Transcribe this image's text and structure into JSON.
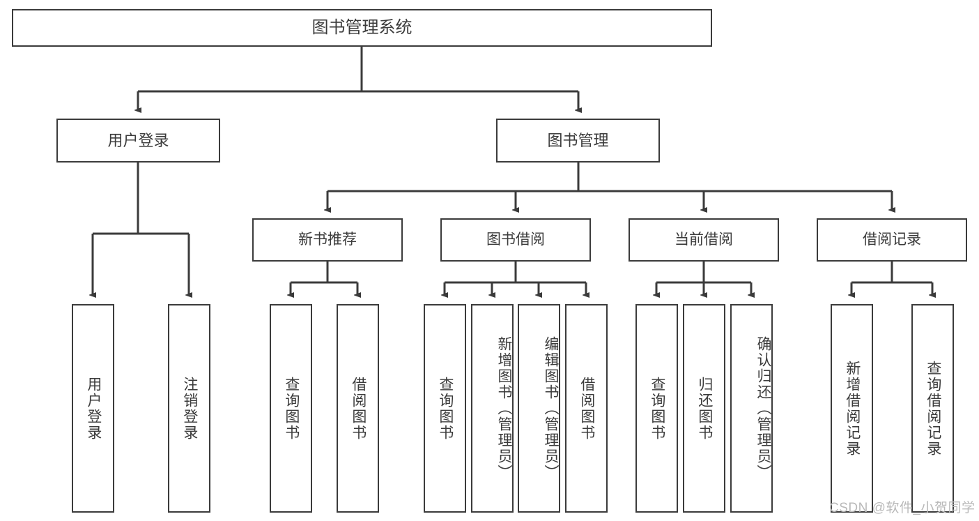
{
  "diagram": {
    "type": "hierarchy-tree",
    "title": "图书管理系统",
    "root": {
      "label": "图书管理系统"
    },
    "level2": [
      {
        "label": "用户登录"
      },
      {
        "label": "图书管理"
      }
    ],
    "level3": [
      {
        "label": "新书推荐"
      },
      {
        "label": "图书借阅"
      },
      {
        "label": "当前借阅"
      },
      {
        "label": "借阅记录"
      }
    ],
    "leaves": {
      "user_login": [
        {
          "label": "用户登录"
        },
        {
          "label": "注销登录"
        }
      ],
      "new_book_recommend": [
        {
          "label": "查询图书"
        },
        {
          "label": "借阅图书"
        }
      ],
      "book_borrow": [
        {
          "label": "查询图书"
        },
        {
          "label": "新增图书（管理员）"
        },
        {
          "label": "编辑图书（管理员）"
        },
        {
          "label": "借阅图书"
        }
      ],
      "current_borrow": [
        {
          "label": "查询图书"
        },
        {
          "label": "归还图书"
        },
        {
          "label": "确认归还（管理员）"
        }
      ],
      "borrow_record": [
        {
          "label": "新增借阅记录"
        },
        {
          "label": "查询借阅记录"
        }
      ]
    },
    "colors": {
      "stroke": "#3b3b3b",
      "fill": "#ffffff",
      "text": "#3b3b3b",
      "watermark": "#b9b9b9"
    }
  },
  "watermark": {
    "text": "CSDN @软件_小贺同学"
  }
}
